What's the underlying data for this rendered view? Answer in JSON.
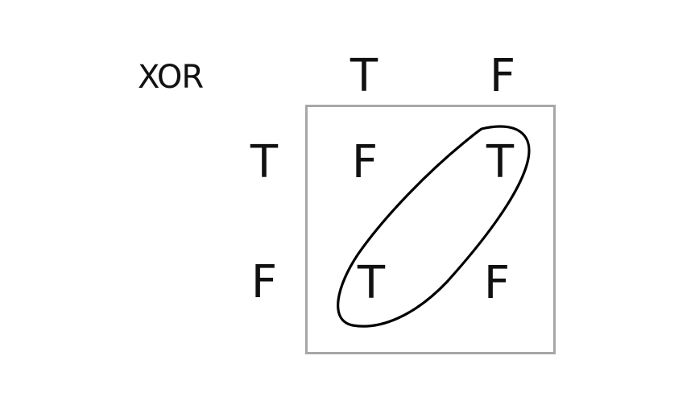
{
  "title": "XOR",
  "columns": [
    "T",
    "F"
  ],
  "rows": [
    "T",
    "F"
  ],
  "cells": [
    [
      "F",
      "T"
    ],
    [
      "T",
      "F"
    ]
  ],
  "colors": {
    "box_border": "#a7a7a7",
    "text": "#111111",
    "ellipse": "#000000"
  }
}
